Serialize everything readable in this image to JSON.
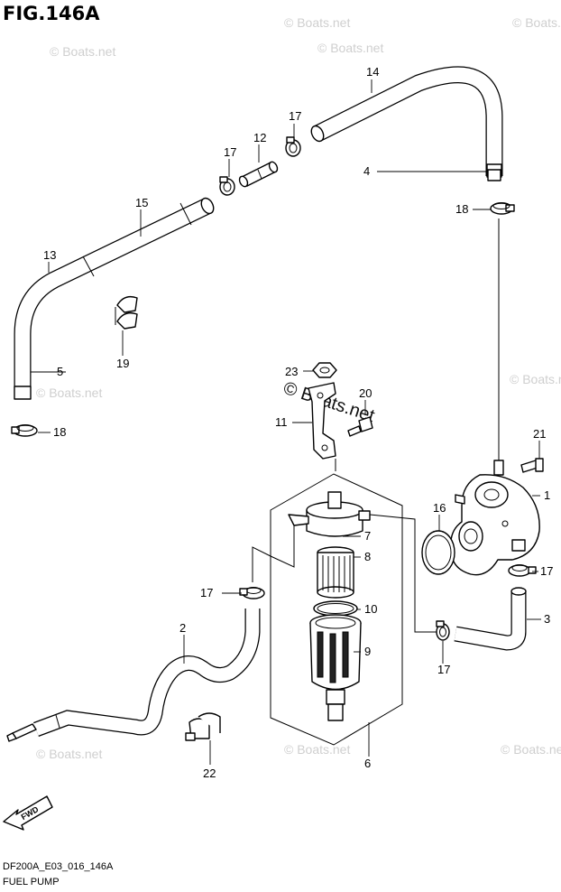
{
  "figure": {
    "title": "FIG.146A"
  },
  "watermark": {
    "text": "© Boats.net"
  },
  "footer": {
    "code": "DF200A_E03_016_146A",
    "caption": "FUEL PUMP"
  },
  "fwd_label": "FWD",
  "callouts": {
    "c1": "1",
    "c2": "2",
    "c3": "3",
    "c4": "4",
    "c5": "5",
    "c6": "6",
    "c7": "7",
    "c8": "8",
    "c9": "9",
    "c10": "10",
    "c11": "11",
    "c12": "12",
    "c13": "13",
    "c14": "14",
    "c15": "15",
    "c16": "16",
    "c17a": "17",
    "c17b": "17",
    "c17c": "17",
    "c17d": "17",
    "c17e": "17",
    "c18a": "18",
    "c18b": "18",
    "c19": "19",
    "c20": "20",
    "c21": "21",
    "c22": "22",
    "c23": "23"
  }
}
